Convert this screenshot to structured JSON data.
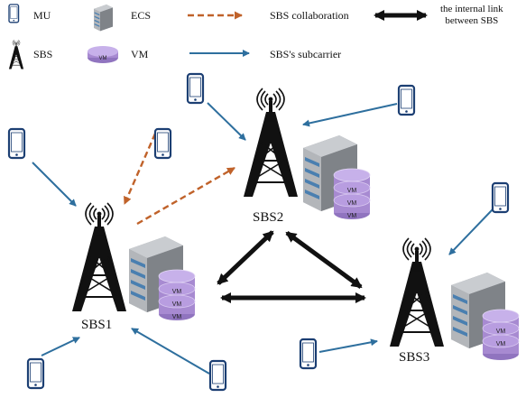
{
  "legend": {
    "mu": "MU",
    "ecs": "ECS",
    "collab": "SBS collaboration",
    "internal": "the internal link\nbetween SBS",
    "sbs": "SBS",
    "vm": "VM",
    "subcarrier": "SBS's subcarrier"
  },
  "stations": {
    "sbs1": "SBS1",
    "sbs2": "SBS2",
    "sbs3": "SBS3"
  },
  "vm_label": "VM",
  "colors": {
    "collab_arrow": "#c0622a",
    "subcarrier_arrow": "#2e6f9e",
    "internal_link": "#111111",
    "phone": "#1c3f73",
    "vm_disk": "#a78ad1",
    "server": "#8c8f94"
  },
  "icons": [
    "mobile-phone-icon",
    "server-icon",
    "vm-disk-icon",
    "antenna-tower-icon"
  ]
}
